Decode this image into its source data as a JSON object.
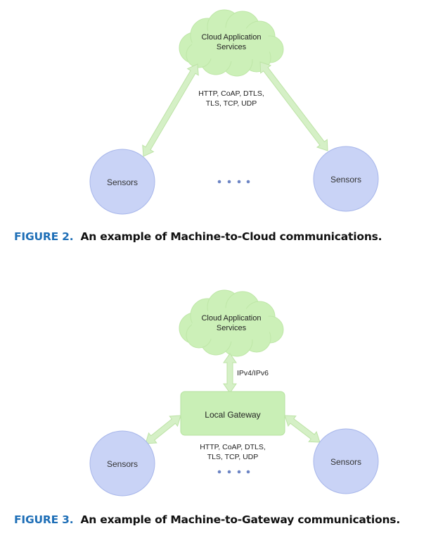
{
  "colors": {
    "cloud_fill": "#ccf0b8",
    "cloud_stroke": "#bfe7a8",
    "arrow_fill": "#d5f0c6",
    "arrow_stroke": "#bde3a6",
    "sensor_fill": "#c9d3f6",
    "sensor_stroke": "#a7b6ea",
    "gateway_fill": "#c9efb6",
    "dots": "#6c84c4",
    "figure_label": "#1f6fb7"
  },
  "figure2": {
    "cloud_line1": "Cloud Application",
    "cloud_line2": "Services",
    "protocols_line1": "HTTP, CoAP, DTLS,",
    "protocols_line2": "TLS, TCP, UDP",
    "sensor_left": "Sensors",
    "sensor_right": "Sensors",
    "caption_label": "FIGURE 2.",
    "caption_text": "An example of Machine-to-Cloud communications."
  },
  "figure3": {
    "cloud_line1": "Cloud Application",
    "cloud_line2": "Services",
    "ip_label": "IPv4/IPv6",
    "gateway_label": "Local Gateway",
    "protocols_line1": "HTTP, CoAP, DTLS,",
    "protocols_line2": "TLS, TCP, UDP",
    "sensor_left": "Sensors",
    "sensor_right": "Sensors",
    "caption_label": "FIGURE 3.",
    "caption_text": "An example of Machine-to-Gateway communications."
  }
}
